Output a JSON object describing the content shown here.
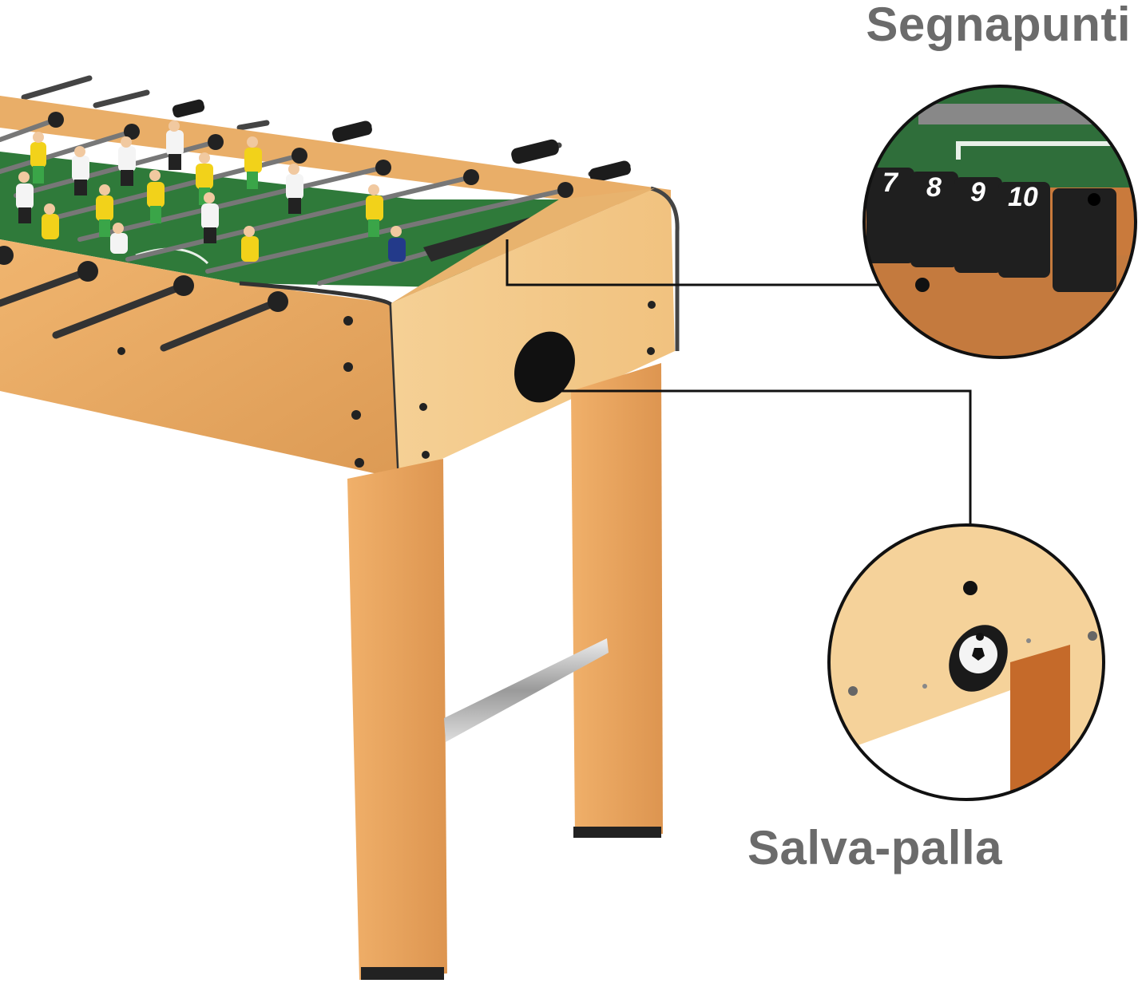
{
  "labels": {
    "scoreboard": "Segnapunti",
    "ball_return": "Salva-palla"
  },
  "scoreboard_digits": [
    "7",
    "8",
    "9",
    "10"
  ],
  "colors": {
    "wood_light": "#f3c98a",
    "wood_mid": "#e2a865",
    "wood_dark": "#c97a3c",
    "field_green": "#2f7a3a",
    "label_gray": "#6b6b6b",
    "callout_line": "#111111",
    "team_a_shirt": "#f2d21a",
    "team_b_shirt": "#f4f4f4"
  },
  "icons": {
    "product": "foosball-table",
    "ball": "soccer-ball-icon"
  }
}
